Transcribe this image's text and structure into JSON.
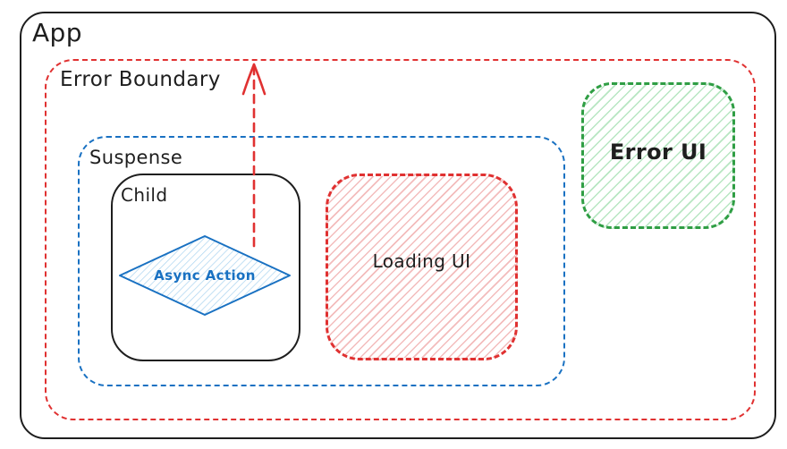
{
  "theme": {
    "colors": {
      "ink": "#1e1e1e",
      "red": "#e03131",
      "blue": "#1971c2",
      "green": "#2f9e44",
      "red-hatch": "#f3bcbc",
      "blue-hatch": "#a9d3ef",
      "green-hatch": "#b7e6c2",
      "background": "#ffffff"
    }
  },
  "diagram": {
    "app": {
      "label": "App"
    },
    "error_boundary": {
      "label": "Error Boundary"
    },
    "suspense": {
      "label": "Suspense"
    },
    "child": {
      "label": "Child"
    },
    "async_action": {
      "label": "Async Action"
    },
    "loading_ui": {
      "label": "Loading UI"
    },
    "error_ui": {
      "label": "Error UI"
    },
    "arrow": {
      "from": "Async Action",
      "to": "Error Boundary",
      "style": "dashed",
      "color": "#e03131"
    }
  }
}
